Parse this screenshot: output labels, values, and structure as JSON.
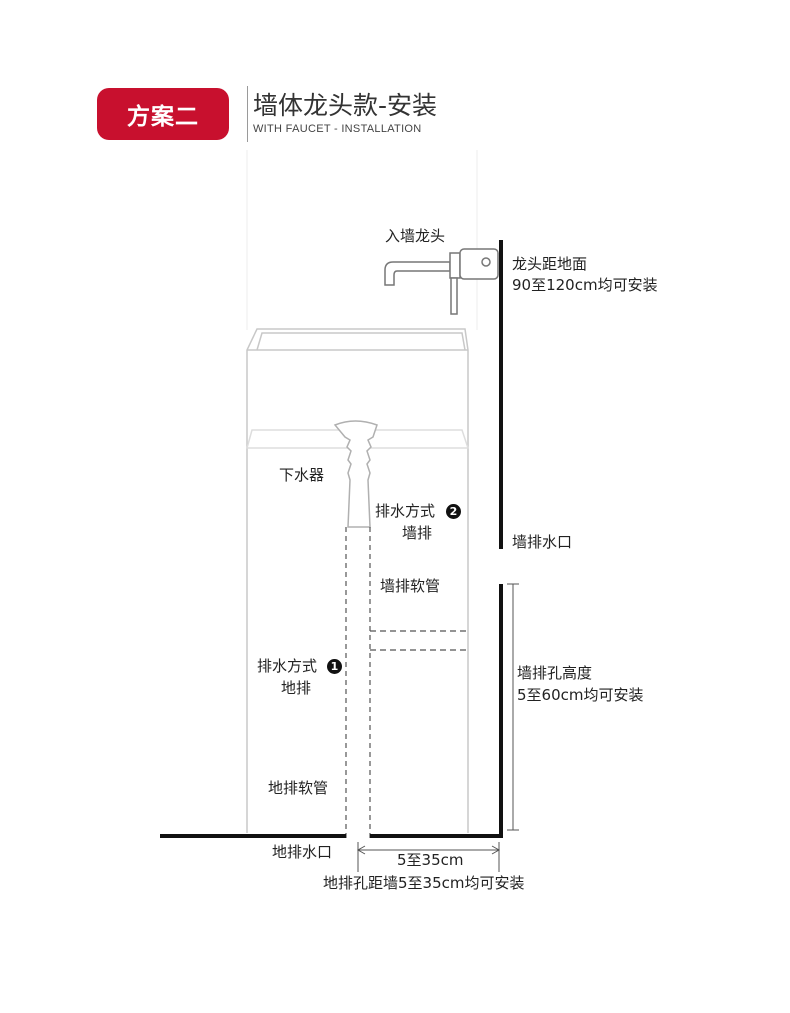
{
  "header": {
    "badge": "方案二",
    "title": "墙体龙头款-安装",
    "subtitle": "WITH FAUCET - INSTALLATION"
  },
  "labels": {
    "wall_faucet": "入墙龙头",
    "faucet_height_1": "龙头距地面",
    "faucet_height_2": "90至120cm均可安装",
    "drain": "下水器",
    "method2_title": "排水方式",
    "method2_num": "2",
    "method2_sub": "墙排",
    "wall_outlet": "墙排水口",
    "wall_hose": "墙排软管",
    "method1_title": "排水方式",
    "method1_num": "1",
    "method1_sub": "地排",
    "wall_hole_height_1": "墙排孔高度",
    "wall_hole_height_2": "5至60cm均可安装",
    "floor_hose": "地排软管",
    "floor_outlet": "地排水口",
    "distance_short": "5至35cm",
    "distance_full": "地排孔距墙5至35cm均可安装"
  },
  "colors": {
    "accent": "#c8102e",
    "line": "#111111",
    "outline": "#c8c8c8"
  }
}
